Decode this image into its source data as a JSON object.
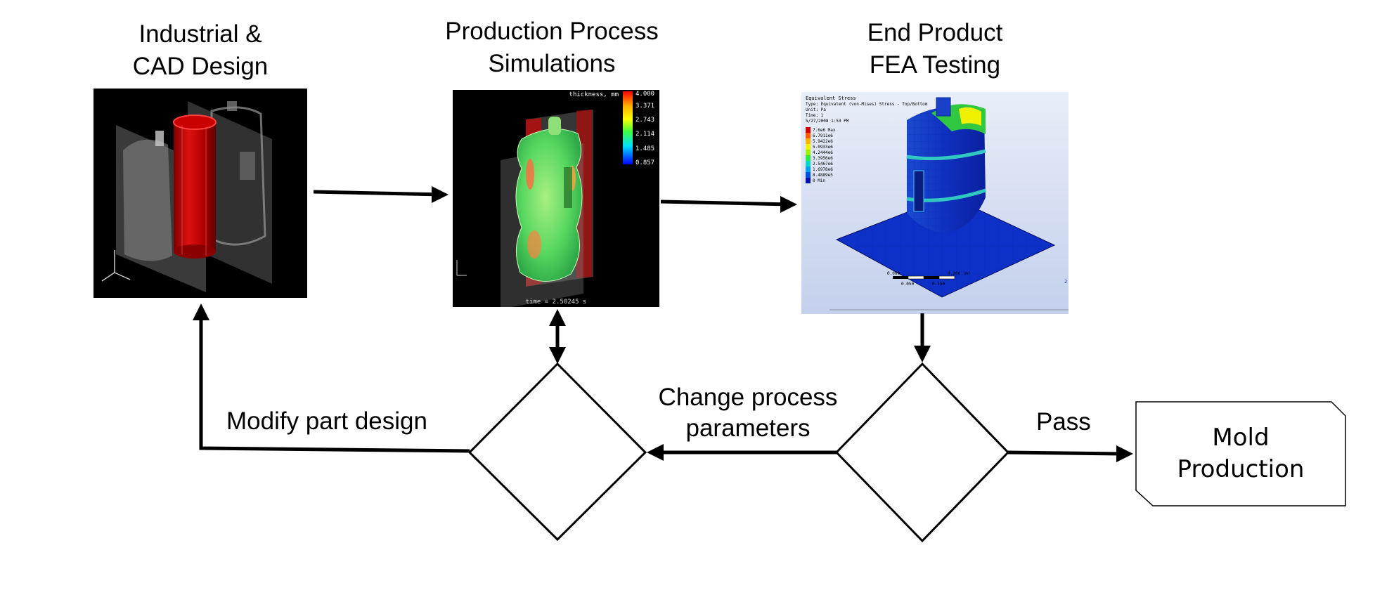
{
  "stages": {
    "design": {
      "line1": "Industrial &",
      "line2": "CAD Design"
    },
    "simulation": {
      "line1": "Production Process",
      "line2": "Simulations"
    },
    "testing": {
      "line1": "End Product",
      "line2": "FEA Testing"
    }
  },
  "simulation_panel": {
    "field_label": "thickness, mm",
    "legend_values": [
      "4.000",
      "3.371",
      "2.743",
      "2.114",
      "1.485",
      "0.857"
    ],
    "time_label": "time = 2.50245 s"
  },
  "fea_panel": {
    "header_lines": [
      "Equivalent Stress",
      "Type: Equivalent (von-Mises) Stress - Top/Bottom",
      "Unit: Pa",
      "Time: 1",
      "5/27/2008 1:53 PM"
    ],
    "legend_values": [
      "7.6e6 Max",
      "6.7911e6",
      "5.9422e6",
      "5.0933e6",
      "4.2444e6",
      "3.3956e6",
      "2.5467e6",
      "1.6978e6",
      "8.4889e5",
      "0 Min"
    ],
    "legend_colors": [
      "#d40000",
      "#ff5a00",
      "#ffb400",
      "#f0f000",
      "#9cf000",
      "#2ce84a",
      "#00d8c8",
      "#00a0f0",
      "#0050e0",
      "#0010b0"
    ],
    "scale_labels": [
      "0.000",
      "0.200 (m)",
      "0.050",
      "0.150"
    ],
    "corner_mark": "2"
  },
  "flow_labels": {
    "modify": "Modify part design",
    "change_line1": "Change process",
    "change_line2": "parameters",
    "pass": "Pass"
  },
  "mold": {
    "line1": "Mold",
    "line2": "Production"
  }
}
